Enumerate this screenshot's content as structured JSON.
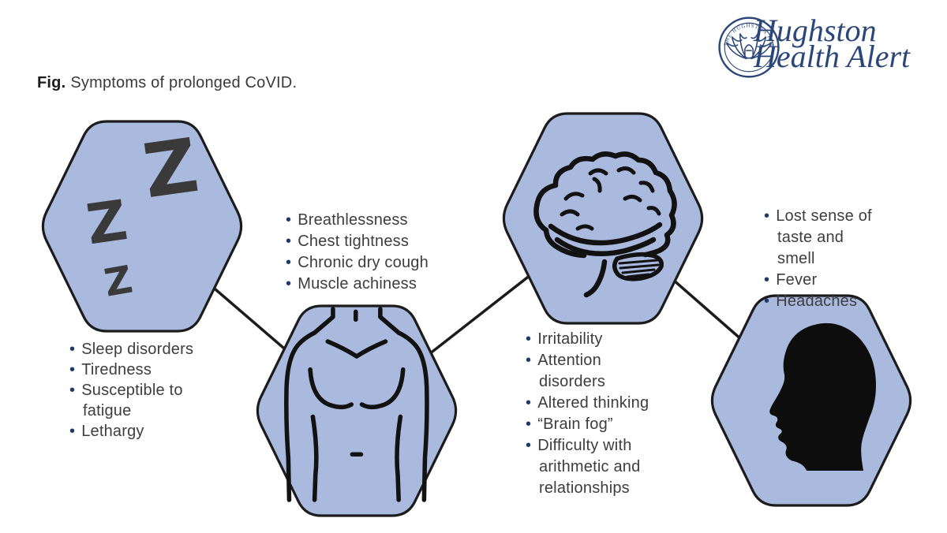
{
  "caption": {
    "prefix": "Fig.",
    "text": "Symptoms of prolonged CoVID."
  },
  "logo": {
    "line1": "Hughston",
    "line2": "Health Alert",
    "seal_text": "THE HUGHSTON FOUNDATION",
    "color": "#2b4678"
  },
  "diagram": {
    "hex_fill": "#aab9de",
    "hex_stroke": "#1c1c1c",
    "bullet_color": "#1e3a66",
    "text_color": "#3d3d3d",
    "icons": {
      "sleep_z": [
        "Z",
        "Z",
        "Z"
      ]
    },
    "nodes": [
      {
        "id": "sleep",
        "icon": "sleep-zzz-icon",
        "items": [
          "Sleep disorders",
          "Tiredness",
          "Susceptible to fatigue",
          "Lethargy"
        ]
      },
      {
        "id": "chest",
        "icon": "torso-icon",
        "items": [
          "Breathlessness",
          "Chest tightness",
          "Chronic dry cough",
          "Muscle achiness"
        ]
      },
      {
        "id": "brain",
        "icon": "brain-icon",
        "items": [
          "Irritability",
          "Attention disorders",
          "Altered thinking",
          "“Brain fog”",
          "Difficulty with arithmetic and relationships"
        ]
      },
      {
        "id": "head",
        "icon": "head-silhouette-icon",
        "items": [
          "Lost sense of taste and smell",
          "Fever",
          "Headaches"
        ]
      }
    ]
  }
}
